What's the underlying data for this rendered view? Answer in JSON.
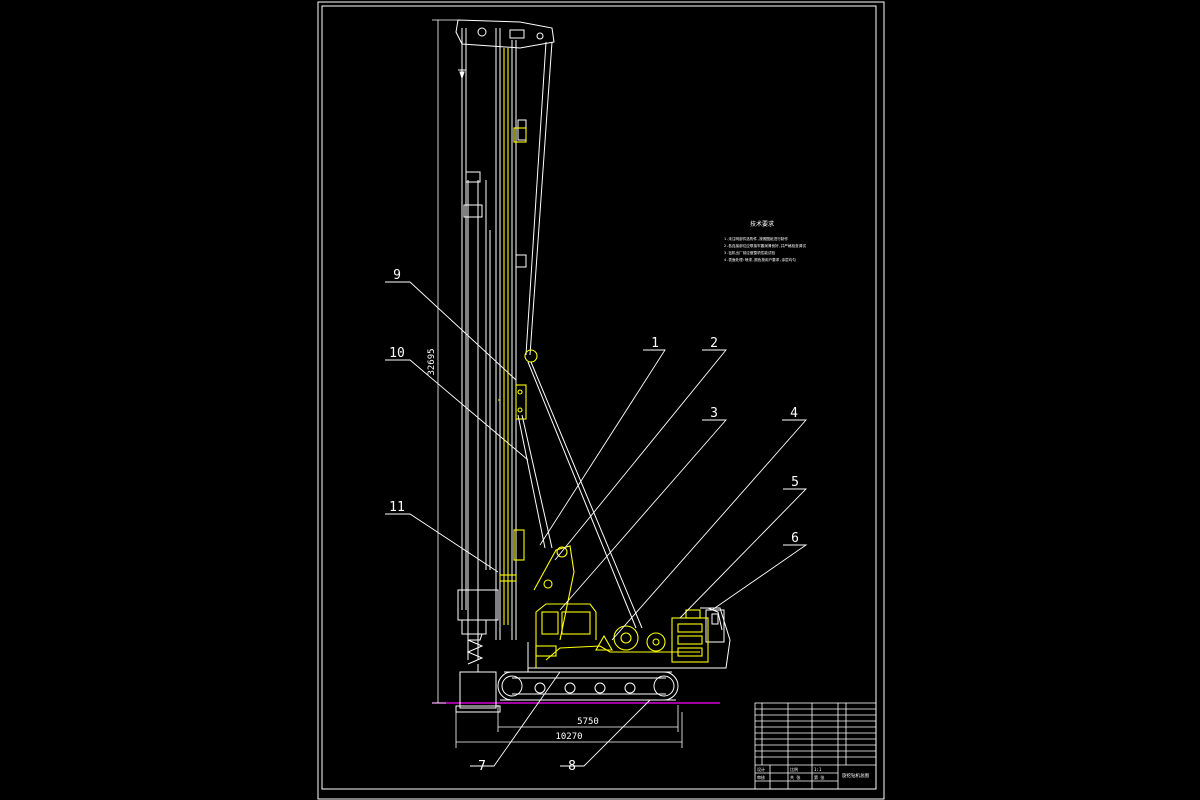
{
  "drawing": {
    "colors": {
      "background": "#000000",
      "line": "#ffffff",
      "highlight": "#ffff00",
      "ground": "#ff00ff"
    },
    "dimensions": {
      "overall_height": "32695",
      "track_length": "5750",
      "overall_length": "10270"
    },
    "callouts": [
      "1",
      "2",
      "3",
      "4",
      "5",
      "6",
      "7",
      "8",
      "9",
      "10",
      "11"
    ],
    "notes": {
      "title": "技术要求",
      "lines": [
        "1.未注明部件选购件,按照图纸进行制作",
        "2.各连接部位应联接牢靠润滑良好,并严格检查调试",
        "3.钻机出厂前应做整机性能试验",
        "4.表面处理:喷漆,颜色按用户要求,涂层均匀"
      ]
    },
    "title_block": {
      "parts_rows": [
        "",
        "",
        "",
        "",
        "",
        "",
        "",
        "",
        "",
        ""
      ],
      "cells": {
        "scale_label": "比例",
        "scale_value": "1:1",
        "sheet_label": "共 张",
        "sheet_value": "第 张",
        "designer": "设计",
        "checker": "审核",
        "drawing_name": "旋挖钻机总图",
        "material": "",
        "weight": ""
      }
    }
  }
}
